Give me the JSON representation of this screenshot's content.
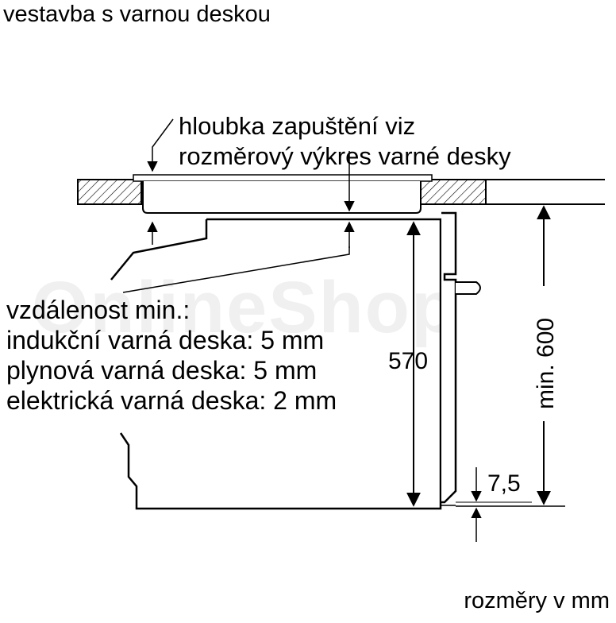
{
  "title": "vestavba s varnou deskou",
  "note": {
    "line1": "hloubka zapuštění viz",
    "line2": "rozměrový výkres varné desky"
  },
  "distance": {
    "heading": "vzdálenost min.:",
    "induction": "indukční varná deska: 5 mm",
    "gas": "plynová varná deska: 5 mm",
    "electric": "elektrická varná deska: 2 mm"
  },
  "dimensions": {
    "d570": "570",
    "min600": "min. 600",
    "d75": "7,5"
  },
  "units": "rozměry v mm",
  "watermark": "OnlineShop"
}
